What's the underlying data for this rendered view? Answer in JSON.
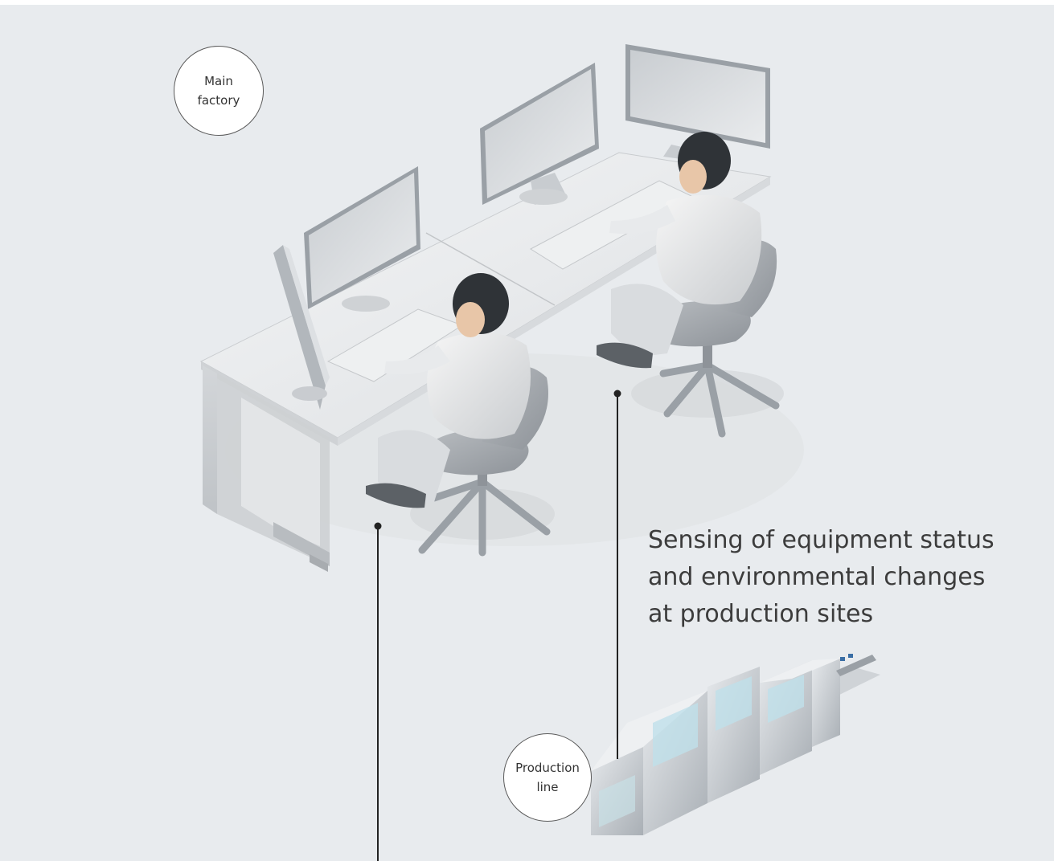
{
  "labels": {
    "main_factory": [
      "Main",
      "factory"
    ],
    "production_line": [
      "Production",
      "line"
    ]
  },
  "caption": {
    "lines": [
      "Sensing of equipment status",
      "and environmental changes",
      "at production sites"
    ]
  },
  "colors": {
    "background": "#e8ebee",
    "text": "#3c3c3c",
    "connector": "#222222",
    "circle_fill": "#ffffff",
    "circle_border": "#5a5a5a"
  },
  "icons": [
    "operators-at-desks-illustration",
    "production-line-machine-illustration"
  ]
}
